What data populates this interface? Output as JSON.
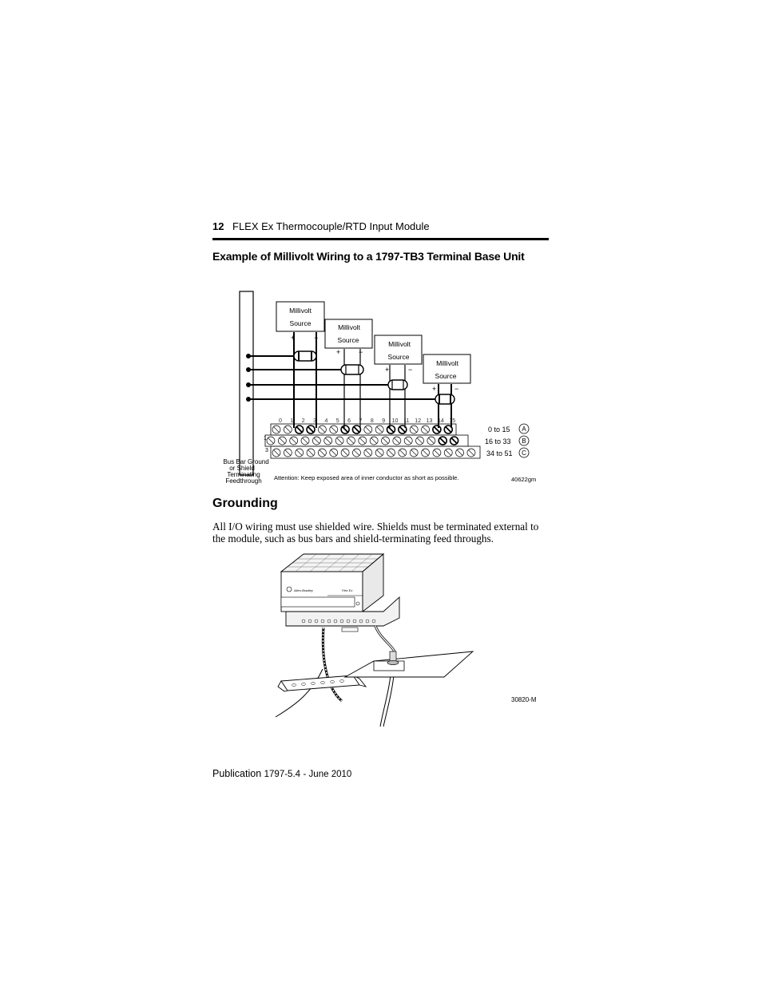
{
  "header": {
    "page_number": "12",
    "running_title": "FLEX Ex Thermocouple/RTD Input Module"
  },
  "wiring_section": {
    "title": "Example of Millivolt Wiring to a 1797-TB3 Terminal Base Unit",
    "source_label_line1": "Millivolt",
    "source_label_line2": "Source",
    "plus": "+",
    "minus": "−",
    "terminal_numbers": [
      "0",
      "1",
      "2",
      "3",
      "4",
      "5",
      "6",
      "7",
      "8",
      "9",
      "10",
      "11",
      "12",
      "13",
      "14",
      "15"
    ],
    "row_markers": [
      "1",
      "3"
    ],
    "rows": [
      {
        "range": "0 to 15",
        "letter": "A"
      },
      {
        "range": "16 to 33",
        "letter": "B"
      },
      {
        "range": "34 to 51",
        "letter": "C"
      }
    ],
    "bus_bar_label": [
      "Bus Bar Ground",
      "or Shield",
      "Terminating",
      "Feedthrough"
    ],
    "attention_note": "Attention: Keep exposed area of inner conductor as short as possible.",
    "figure_id": "40622gm"
  },
  "grounding_section": {
    "title": "Grounding",
    "body": "All I/O wiring must use shielded wire. Shields must be terminated external to the module, such as bus bars and shield-terminating feed throughs.",
    "module_brand": "Allen-Bradley",
    "module_series": "Flex Ex",
    "figure_id": "30820-M"
  },
  "footer": {
    "label": "Publication",
    "pub_number": "1797-5.4",
    "date": "- June 2010"
  }
}
